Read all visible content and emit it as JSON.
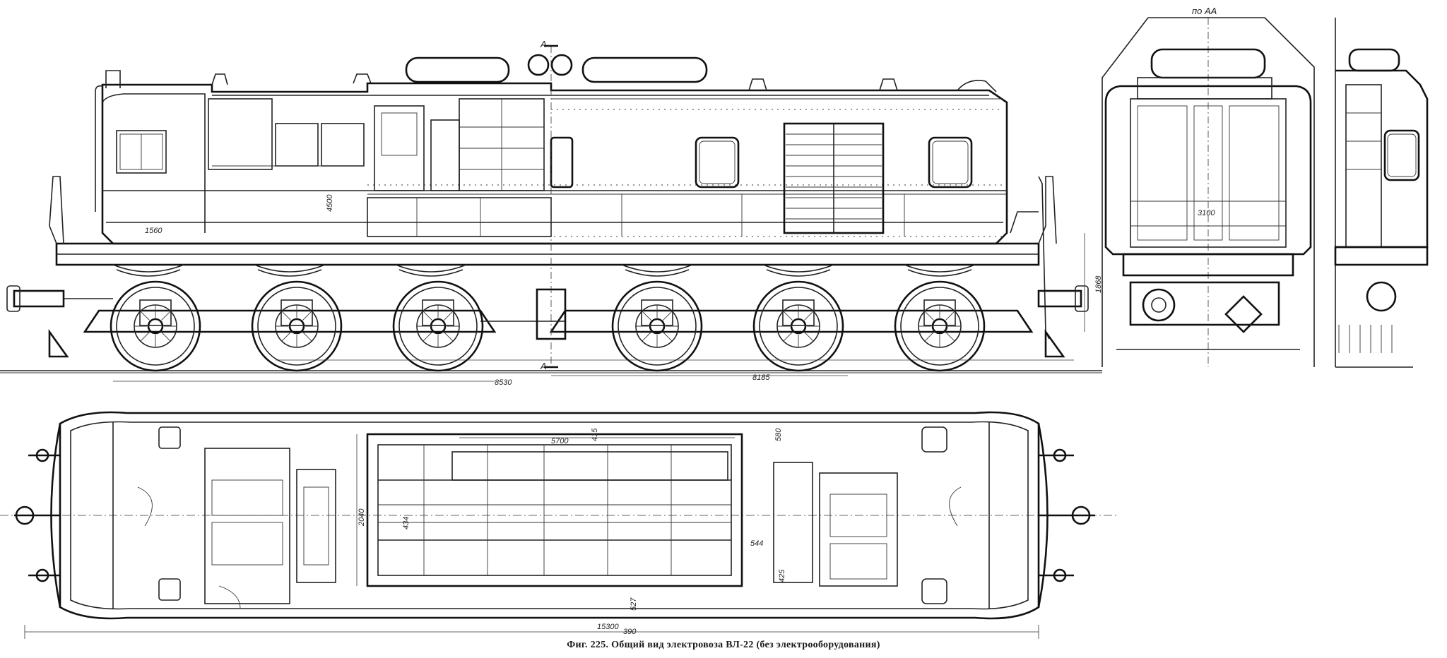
{
  "caption": "Фиг. 225. Общий вид электровоза ВЛ-22 (без электрооборудования)",
  "section_labels": {
    "cut_top": "A",
    "cut_bottom": "A",
    "section_title": "по АА"
  },
  "dimensions_side": {
    "cab_width": "1560",
    "body_height": "4500",
    "frame_height": "1868",
    "wheelbase_front": "8530",
    "wheelbase_rear": "8185",
    "end_width": "3100"
  },
  "dimensions_plan": {
    "compartment_length": "5700",
    "offset_a": "415",
    "offset_b": "580",
    "width": "2040",
    "inner_a": "434",
    "inner_b": "544",
    "inner_c": "425",
    "inner_d": "527",
    "total_length": "15300",
    "end_offset": "390"
  }
}
